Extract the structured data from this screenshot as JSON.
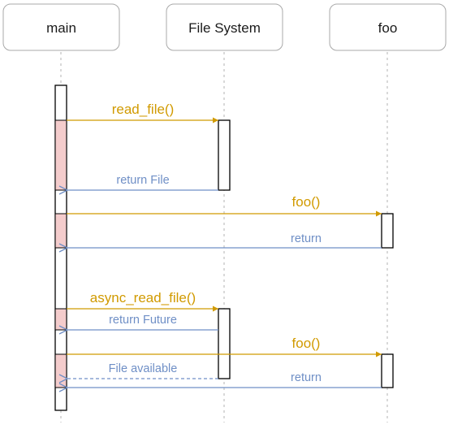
{
  "colors": {
    "call": "#d19a00",
    "return": "#6f8fc6",
    "blocked": "#f4cccc"
  },
  "participants": [
    {
      "id": "main",
      "label": "main"
    },
    {
      "id": "fs",
      "label": "File System"
    },
    {
      "id": "foo",
      "label": "foo"
    }
  ],
  "messages": [
    {
      "id": "read-file-call",
      "label": "read_file()",
      "kind": "call",
      "style": "solid"
    },
    {
      "id": "return-file",
      "label": "return File",
      "kind": "return",
      "style": "solid"
    },
    {
      "id": "foo-call-1",
      "label": "foo()",
      "kind": "call",
      "style": "solid"
    },
    {
      "id": "foo-return-1",
      "label": "return",
      "kind": "return",
      "style": "solid"
    },
    {
      "id": "async-read-file-call",
      "label": "async_read_file()",
      "kind": "call",
      "style": "solid"
    },
    {
      "id": "return-future",
      "label": "return Future",
      "kind": "return",
      "style": "solid"
    },
    {
      "id": "foo-call-2",
      "label": "foo()",
      "kind": "call",
      "style": "solid"
    },
    {
      "id": "file-available",
      "label": "File available",
      "kind": "return",
      "style": "dashed"
    },
    {
      "id": "foo-return-2",
      "label": "return",
      "kind": "return",
      "style": "solid"
    }
  ]
}
